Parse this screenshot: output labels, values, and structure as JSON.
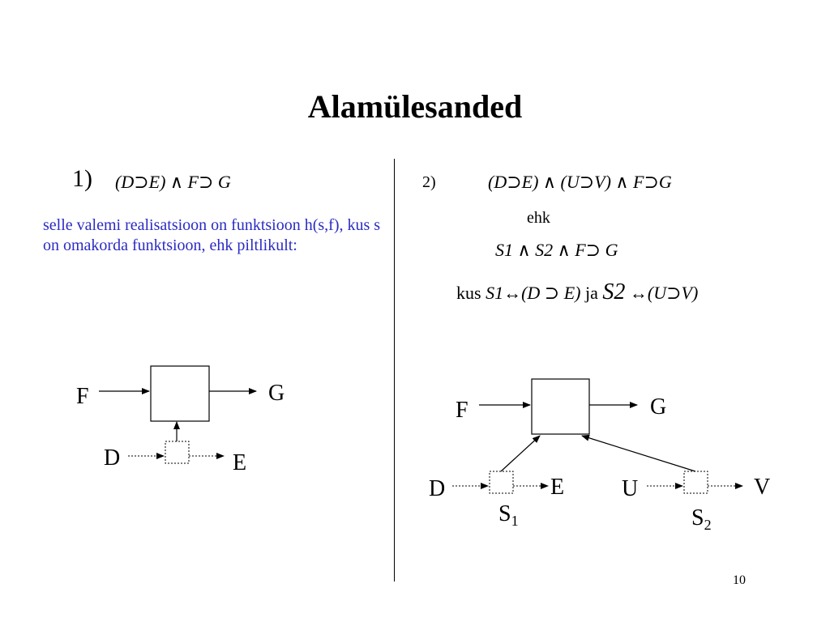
{
  "slide": {
    "title": "Alamülesanded",
    "page_number": "10"
  },
  "left": {
    "number": "1)",
    "formula": "(D⊃E) ∧ F⊃ G",
    "description": "selle valemi realisatsioon on funktsioon h(s,f), kus s on omakorda funktsioon, ehk piltlikult:",
    "diagram": {
      "input": "F",
      "output": "G",
      "sub_input": "D",
      "sub_output": "E"
    }
  },
  "right": {
    "number": "2)",
    "formula": "(D⊃E) ∧ (U⊃V) ∧ F⊃G",
    "or_word": "ehk",
    "formula_s": "S1 ∧ S2 ∧ F⊃ G",
    "where": {
      "kus": "kus",
      "s1": "S1",
      "s1_def": "↔(D ⊃ E)",
      "ja": "ja",
      "s2": "S2",
      "s2_def": "↔(U⊃V)"
    },
    "diagram": {
      "input": "F",
      "output": "G",
      "s1_input": "D",
      "s1_output": "E",
      "s1_label": "S",
      "s1_sub": "1",
      "s2_input": "U",
      "s2_output": "V",
      "s2_label": "S",
      "s2_sub": "2"
    }
  }
}
